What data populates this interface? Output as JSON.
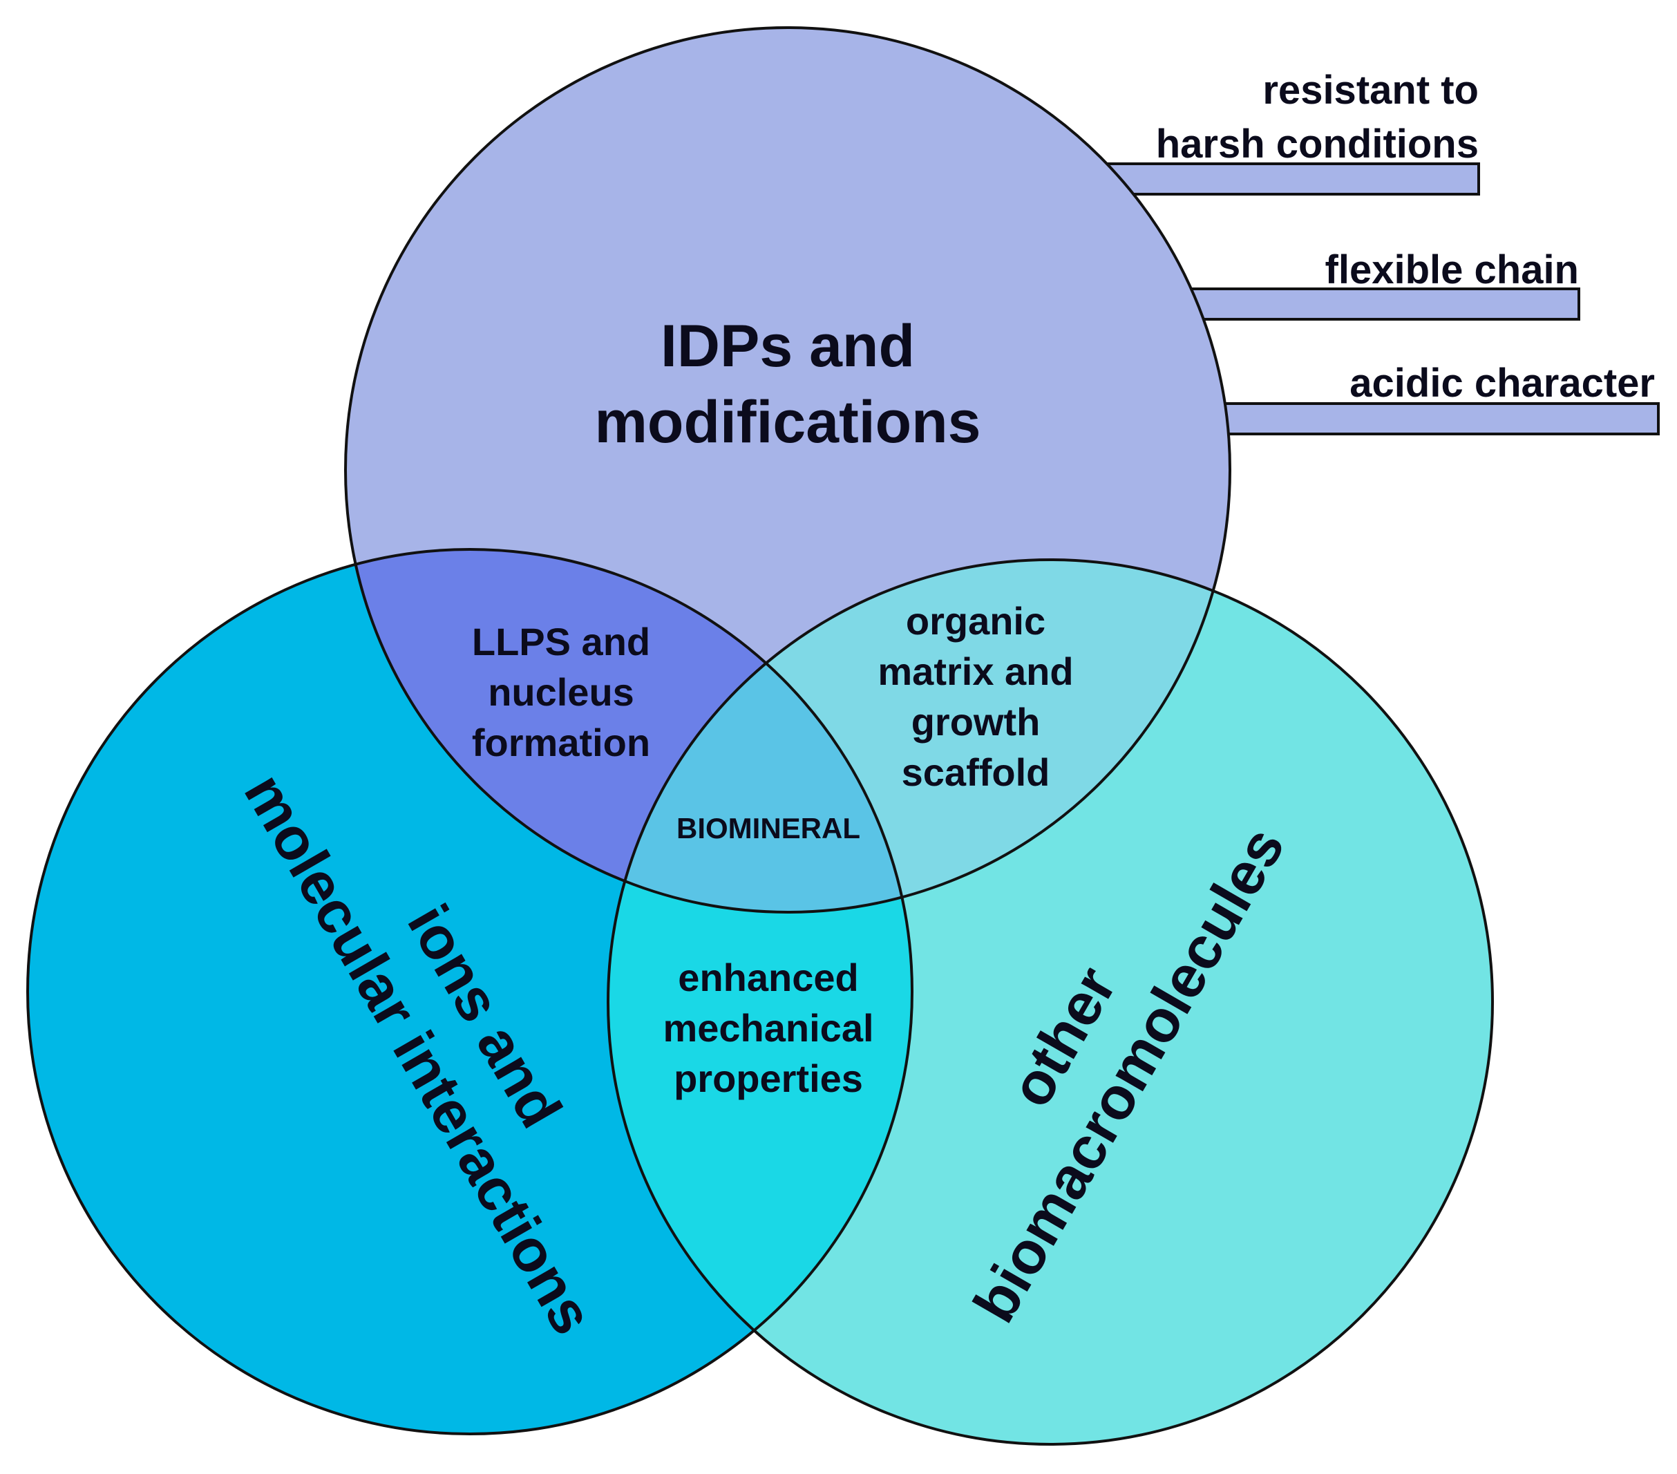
{
  "diagram": {
    "sets": {
      "top": "IDPs and\nmodifications",
      "left": "ions and\nmolecular interactions",
      "right": "other\nbiomacromolecules"
    },
    "intersections": {
      "top_left": "LLPS and\nnucleus\nformation",
      "top_right": "organic\nmatrix and\ngrowth\nscaffold",
      "left_right": "enhanced\nmechanical\nproperties",
      "center": "BIOMINERAL"
    },
    "features": [
      "resistant to\nharsh conditions",
      "flexible chain",
      "acidic character"
    ],
    "colors": {
      "top_circle": "#a7b4e8",
      "left_circle": "#00b8e6",
      "right_circle": "#72e4e4",
      "top_left_overlap": "#6b80e8",
      "top_right_overlap": "#7fd9e6",
      "left_right_overlap": "#1ad8e6",
      "center_overlap": "#5ac4e6",
      "stroke": "#111111"
    }
  }
}
